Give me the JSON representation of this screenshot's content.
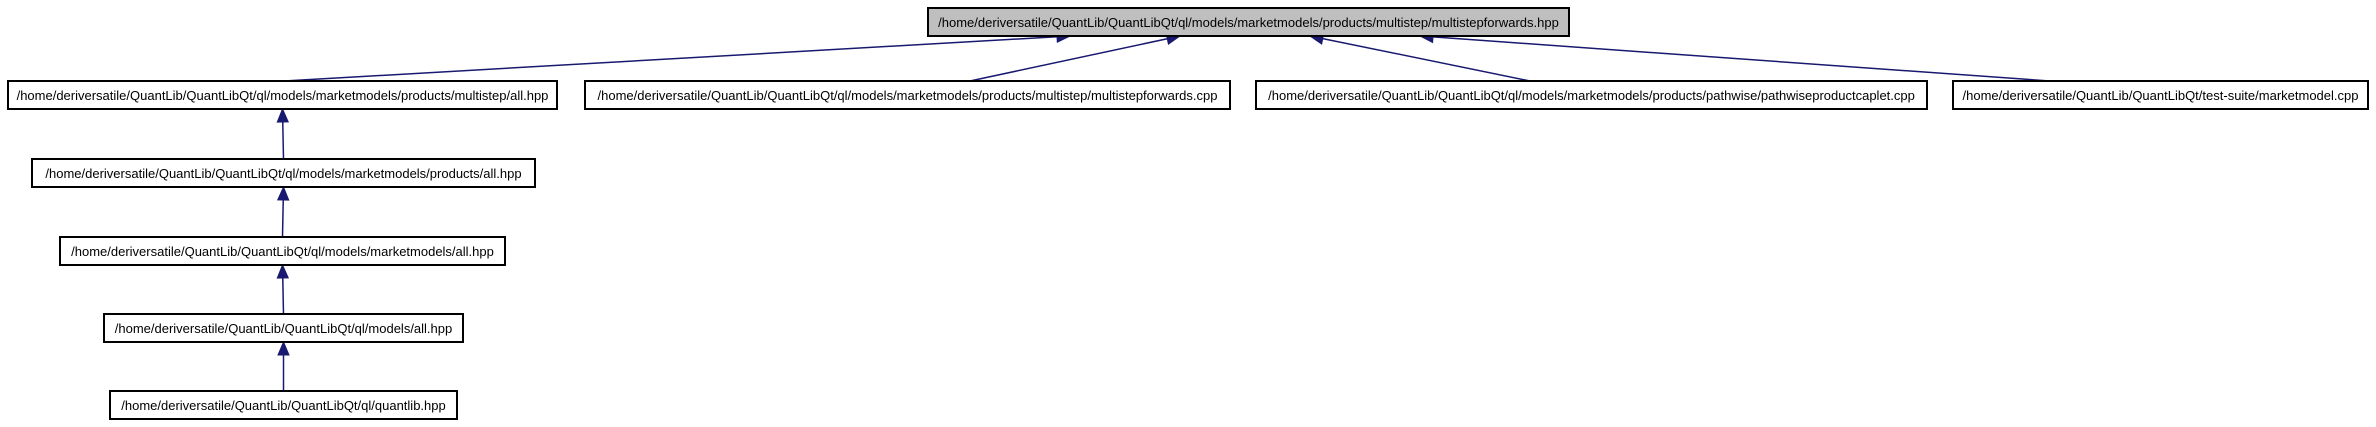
{
  "colors": {
    "background": "#ffffff",
    "root_fill": "#bfbfbf",
    "node_fill": "#ffffff",
    "node_border": "#000000",
    "edge": "#191970"
  },
  "nodes": {
    "root": "/home/deriversatile/QuantLib/QuantLibQt/ql/models/marketmodels/products/multistep/multistepforwards.hpp",
    "multistep_all": "/home/deriversatile/QuantLib/QuantLibQt/ql/models/marketmodels/products/multistep/all.hpp",
    "multistepforwards_cpp": "/home/deriversatile/QuantLib/QuantLibQt/ql/models/marketmodels/products/multistep/multistepforwards.cpp",
    "pathwise_caplet": "/home/deriversatile/QuantLib/QuantLibQt/ql/models/marketmodels/products/pathwise/pathwiseproductcaplet.cpp",
    "test_marketmodel": "/home/deriversatile/QuantLib/QuantLibQt/test-suite/marketmodel.cpp",
    "products_all": "/home/deriversatile/QuantLib/QuantLibQt/ql/models/marketmodels/products/all.hpp",
    "marketmodels_all": "/home/deriversatile/QuantLib/QuantLibQt/ql/models/marketmodels/all.hpp",
    "models_all": "/home/deriversatile/QuantLib/QuantLibQt/ql/models/all.hpp",
    "quantlib": "/home/deriversatile/QuantLib/QuantLibQt/ql/quantlib.hpp"
  },
  "edges": [
    {
      "from": "multistep_all",
      "to": "root"
    },
    {
      "from": "multistepforwards_cpp",
      "to": "root"
    },
    {
      "from": "pathwise_caplet",
      "to": "root"
    },
    {
      "from": "test_marketmodel",
      "to": "root"
    },
    {
      "from": "products_all",
      "to": "multistep_all"
    },
    {
      "from": "marketmodels_all",
      "to": "products_all"
    },
    {
      "from": "models_all",
      "to": "marketmodels_all"
    },
    {
      "from": "quantlib",
      "to": "models_all"
    }
  ]
}
